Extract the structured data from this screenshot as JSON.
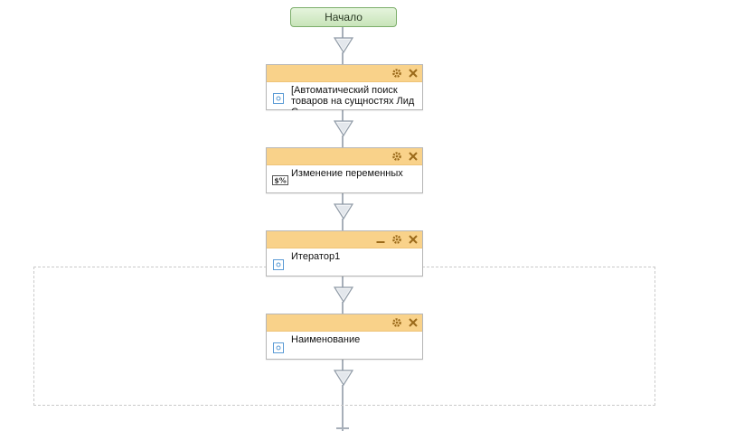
{
  "workflow": {
    "start_label": "Начало",
    "blocks": [
      {
        "title": "[Автоматический поиск товаров на сущностях Лид  С...",
        "icon": "activity-icon",
        "actions": [
          "settings-icon",
          "close-icon"
        ]
      },
      {
        "title": "Изменение переменных",
        "icon": "variables-icon",
        "variable_icon_text": "$%",
        "actions": [
          "settings-icon",
          "close-icon"
        ]
      },
      {
        "title": "Итератор1",
        "icon": "activity-icon",
        "actions": [
          "collapse-icon",
          "settings-icon",
          "close-icon"
        ]
      },
      {
        "title": "Наименование",
        "icon": "activity-icon",
        "actions": [
          "settings-icon",
          "close-icon"
        ]
      }
    ]
  },
  "colors": {
    "start_fill": "#c8e4b9",
    "start_border": "#7cae6a",
    "header_fill": "#f9d28a",
    "connector": "#a7afb9",
    "icon_accent": "#5b9bd5",
    "action_icon": "#9b6a1a"
  }
}
